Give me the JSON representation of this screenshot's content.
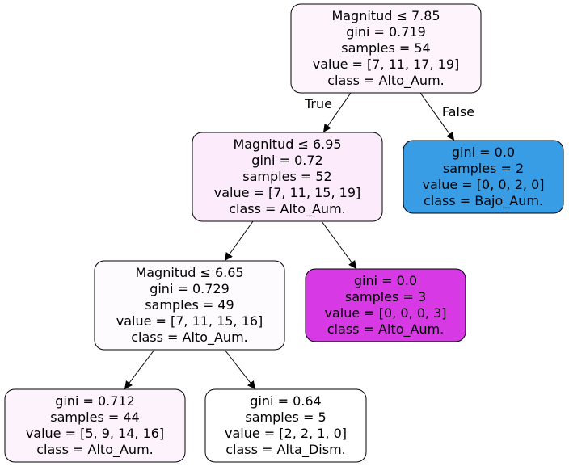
{
  "nodes": [
    {
      "id": "n0",
      "lines": [
        "Magnitud ≤ 7.85",
        "gini = 0.719",
        "samples = 54",
        "value = [7, 11, 17, 19]",
        "class = Alto_Aum."
      ],
      "fill": "#fdf4fc"
    },
    {
      "id": "n1",
      "lines": [
        "Magnitud ≤ 6.95",
        "gini = 0.72",
        "samples = 52",
        "value = [7, 11, 15, 19]",
        "class = Alto_Aum."
      ],
      "fill": "#fbebfb"
    },
    {
      "id": "n2",
      "lines": [
        "gini = 0.0",
        "samples = 2",
        "value = [0, 0, 2, 0]",
        "class = Bajo_Aum."
      ],
      "fill": "#399de5"
    },
    {
      "id": "n3",
      "lines": [
        "Magnitud ≤ 6.65",
        "gini = 0.729",
        "samples = 49",
        "value = [7, 11, 15, 16]",
        "class = Alto_Aum."
      ],
      "fill": "#fefbfe"
    },
    {
      "id": "n4",
      "lines": [
        "gini = 0.0",
        "samples = 3",
        "value = [0, 0, 0, 3]",
        "class = Alto_Aum."
      ],
      "fill": "#d739e5"
    },
    {
      "id": "n5",
      "lines": [
        "gini = 0.712",
        "samples = 44",
        "value = [5, 9, 14, 16]",
        "class = Alto_Aum."
      ],
      "fill": "#fdf3fd"
    },
    {
      "id": "n6",
      "lines": [
        "gini = 0.64",
        "samples = 5",
        "value = [2, 2, 1, 0]",
        "class = Alta_Dism."
      ],
      "fill": "#ffffff"
    }
  ],
  "edge_labels": {
    "true": "True",
    "false": "False"
  }
}
